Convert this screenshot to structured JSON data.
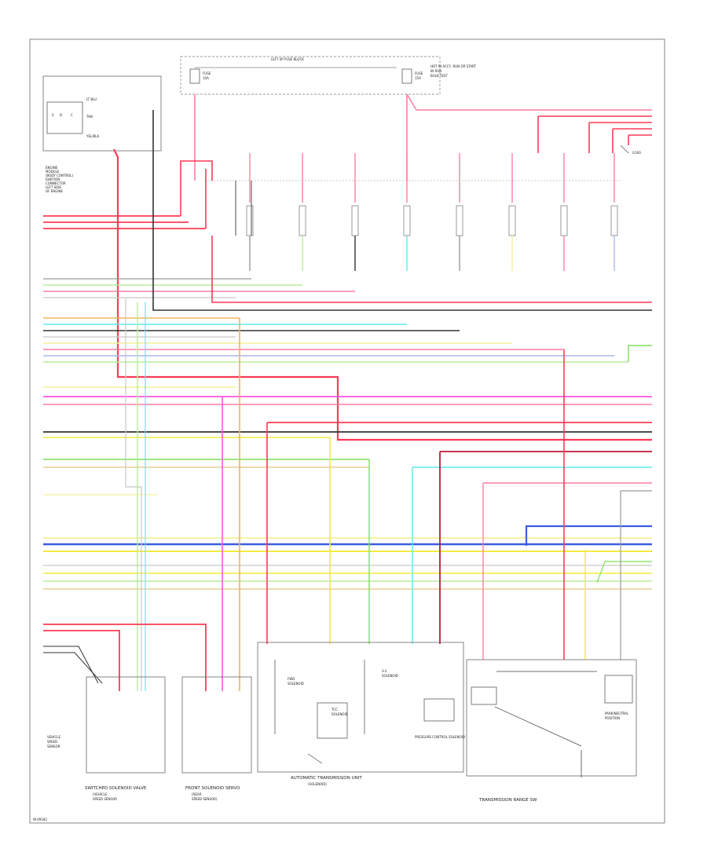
{
  "diagram": {
    "fuse_box_label": "LEFT I/P FUSE BLOCK",
    "top_right_note": "HOT IN ACCY, RUN OR START",
    "ground_label": "G100",
    "footer_code": "W-09182",
    "bottom_left_caption": "SWITCHED SOLENOID VALVE",
    "bottom_mid_caption": "FRONT SOLENOID SERVO",
    "trans_unit_caption": "AUTOMATIC TRANSMISSION UNIT",
    "range_switch_caption": "TRANSMISSION RANGE SW",
    "pressure_label": "PRESSURE CONTROL SOLENOID",
    "colors": {
      "red": "#ff3b57",
      "pink": "#ff7fa0",
      "black": "#333333",
      "gray": "#9a9a9a",
      "light_gray": "#c8c8c8",
      "yellow": "#f2ea44",
      "light_yellow": "#f5ef9a",
      "orange": "#f0b35a",
      "tan": "#e8cf92",
      "green": "#7ee05a",
      "light_green": "#b8ee9a",
      "cyan": "#5fe8f0",
      "blue": "#3c5ce0",
      "light_blue": "#a8b8f0",
      "violet": "#a06ae0",
      "magenta": "#ff55e6",
      "dark_red": "#c01838"
    }
  }
}
